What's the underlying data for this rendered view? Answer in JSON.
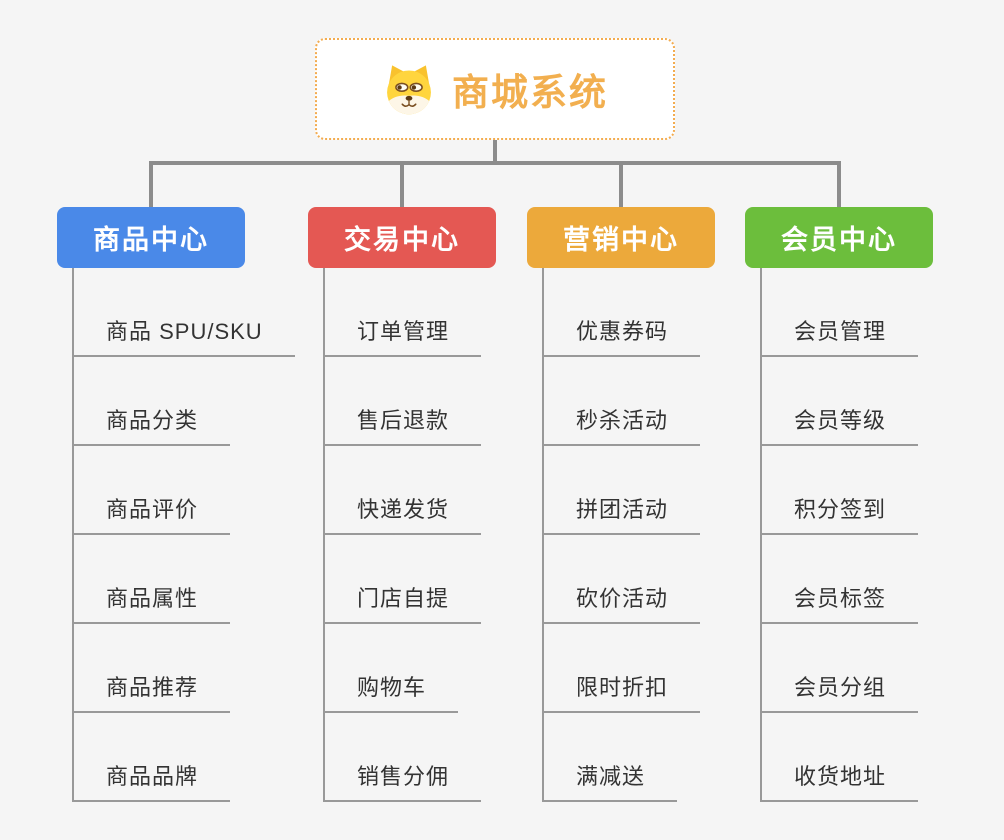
{
  "root": {
    "label": "商城系统",
    "icon": "dog-face-icon",
    "text_color": "#F2AF4F",
    "border_color": "#F3AC50",
    "background": "#FFFFFF"
  },
  "branches": [
    {
      "label": "商品中心",
      "color": "#4A89E8",
      "items": [
        "商品 SPU/SKU",
        "商品分类",
        "商品评价",
        "商品属性",
        "商品推荐",
        "商品品牌"
      ]
    },
    {
      "label": "交易中心",
      "color": "#E45853",
      "items": [
        "订单管理",
        "售后退款",
        "快递发货",
        "门店自提",
        "购物车",
        "销售分佣"
      ]
    },
    {
      "label": "营销中心",
      "color": "#ECA93B",
      "items": [
        "优惠券码",
        "秒杀活动",
        "拼团活动",
        "砍价活动",
        "限时折扣",
        "满减送"
      ]
    },
    {
      "label": "会员中心",
      "color": "#6CBE3C",
      "items": [
        "会员管理",
        "会员等级",
        "积分签到",
        "会员标签",
        "会员分组",
        "收货地址"
      ]
    }
  ],
  "colors": {
    "background": "#F5F5F5",
    "connector_line": "#8C8C8C",
    "leaf_line": "#999999",
    "leaf_text": "#333333"
  }
}
